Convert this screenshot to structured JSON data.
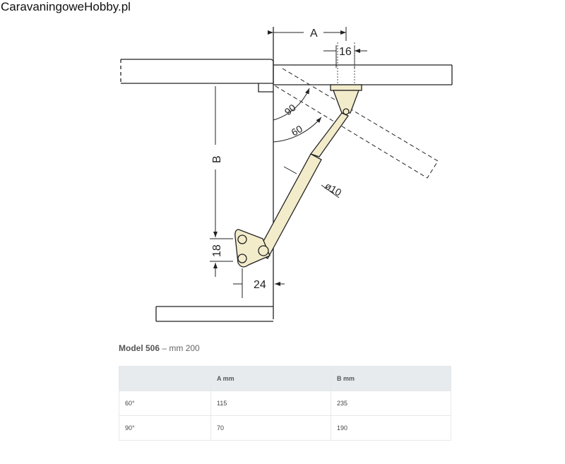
{
  "watermark": "CaravaningoweHobby.pl",
  "diagram": {
    "dim_a": "A",
    "dim_16": "16",
    "dim_b": "B",
    "dim_18": "18",
    "dim_24": "24",
    "angle_90": "90",
    "angle_60": "60",
    "diameter": "ø10"
  },
  "model": {
    "name": "Model 506",
    "separator": " – ",
    "size": "mm 200"
  },
  "table": {
    "headers": [
      "",
      "A mm",
      "B mm"
    ],
    "rows": [
      [
        "60°",
        "115",
        "235"
      ],
      [
        "90°",
        "70",
        "190"
      ]
    ]
  },
  "colors": {
    "stay": "#f3eccb",
    "line": "#222222"
  }
}
